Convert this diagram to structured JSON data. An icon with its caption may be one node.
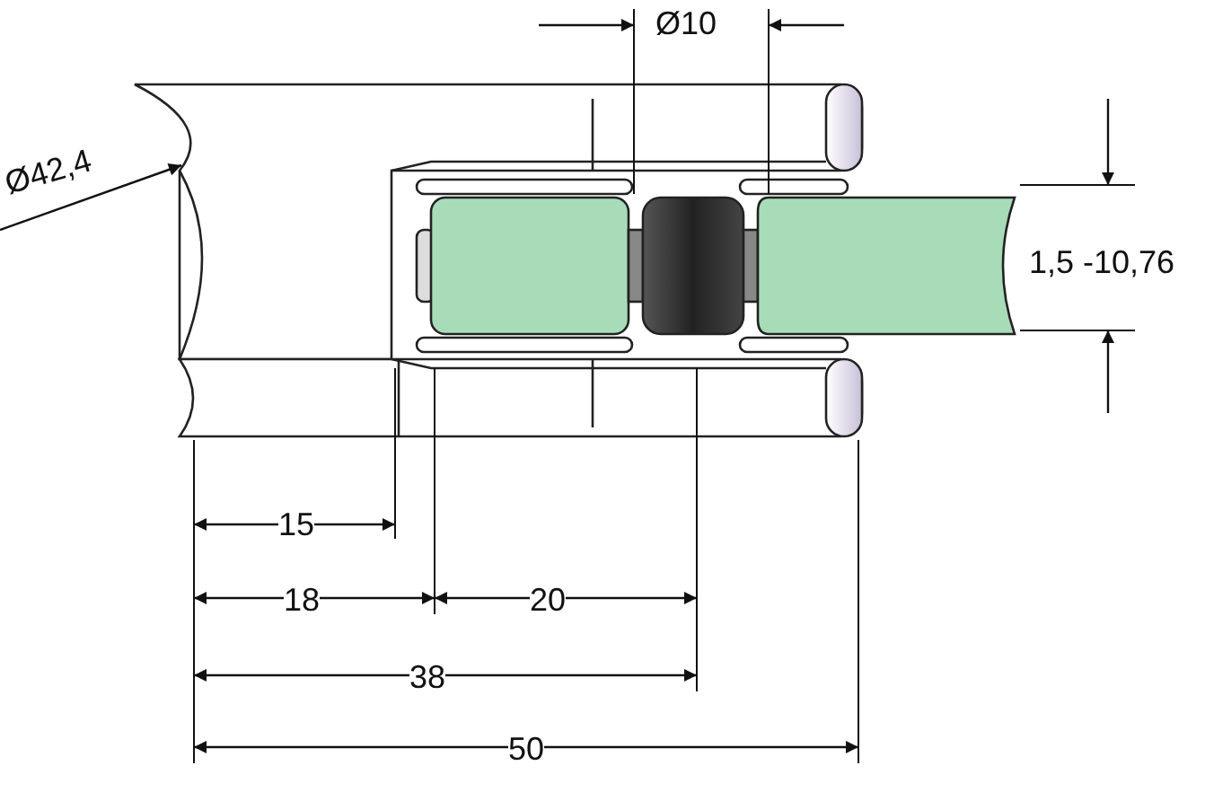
{
  "diagram": {
    "labels": [
      "Ø10",
      "Ø42,4",
      "1,5 -10,76",
      "15",
      "18",
      "20",
      "38",
      "50"
    ]
  }
}
